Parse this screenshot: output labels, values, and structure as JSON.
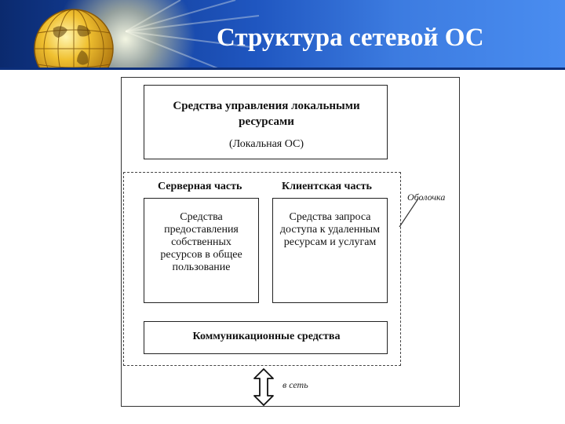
{
  "slide": {
    "title": "Структура сетевой ОС"
  },
  "diagram": {
    "local_resources": {
      "title": "Средства управления локальными ресурсами",
      "note": "(Локальная ОС)"
    },
    "shell_label": "Оболочка",
    "server_part": {
      "heading": "Серверная часть",
      "text": "Средства предоставления собственных ресурсов в общее пользование"
    },
    "client_part": {
      "heading": "Клиентская часть",
      "text": "Средства запроса доступа к удаленным ресурсам и услугам"
    },
    "communication": "Коммуникационные средства",
    "network_label": "в сеть"
  },
  "colors": {
    "header_dark": "#0b2a6e",
    "header_light": "#4a8df0",
    "title_text": "#ffffff"
  }
}
